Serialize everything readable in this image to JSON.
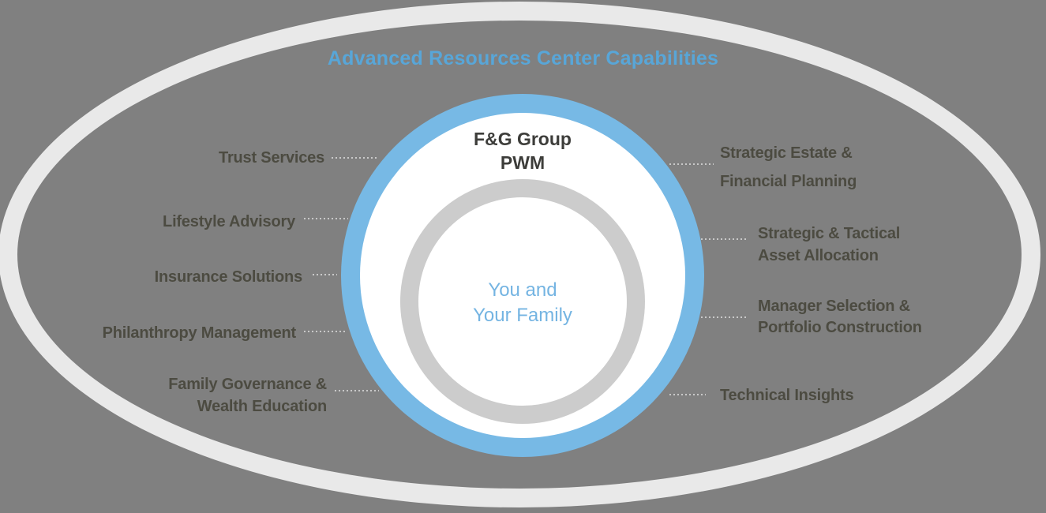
{
  "title": "Advanced Resources Center Capabilities",
  "hub": {
    "org_line1": "F&G Group",
    "org_line2": "PWM",
    "audience_line1": "You and",
    "audience_line2": "Your Family"
  },
  "left_capabilities": [
    {
      "label": "Trust Services"
    },
    {
      "label": "Lifestyle Advisory"
    },
    {
      "label": "Insurance Solutions"
    },
    {
      "label": "Philanthropy Management"
    },
    {
      "label_line1": "Family Governance &",
      "label_line2": "Wealth Education"
    }
  ],
  "right_capabilities": [
    {
      "label_line1": "Strategic Estate &",
      "label_line2": "Financial Planning"
    },
    {
      "label_line1": "Strategic & Tactical",
      "label_line2": "Asset Allocation"
    },
    {
      "label_line1": "Manager Selection &",
      "label_line2": "Portfolio Construction"
    },
    {
      "label": "Technical Insights"
    }
  ],
  "colors": {
    "background_gray": "#808080",
    "outer_ellipse_ring": "#e9e9e9",
    "hub_blue_ring": "#77b9e5",
    "hub_gray_ring": "#cccccc",
    "title_blue": "#58a6d8",
    "audience_blue": "#74b4e2",
    "label_dark": "#4c4b41",
    "leader_dots_gray": "#c9c9c9"
  }
}
